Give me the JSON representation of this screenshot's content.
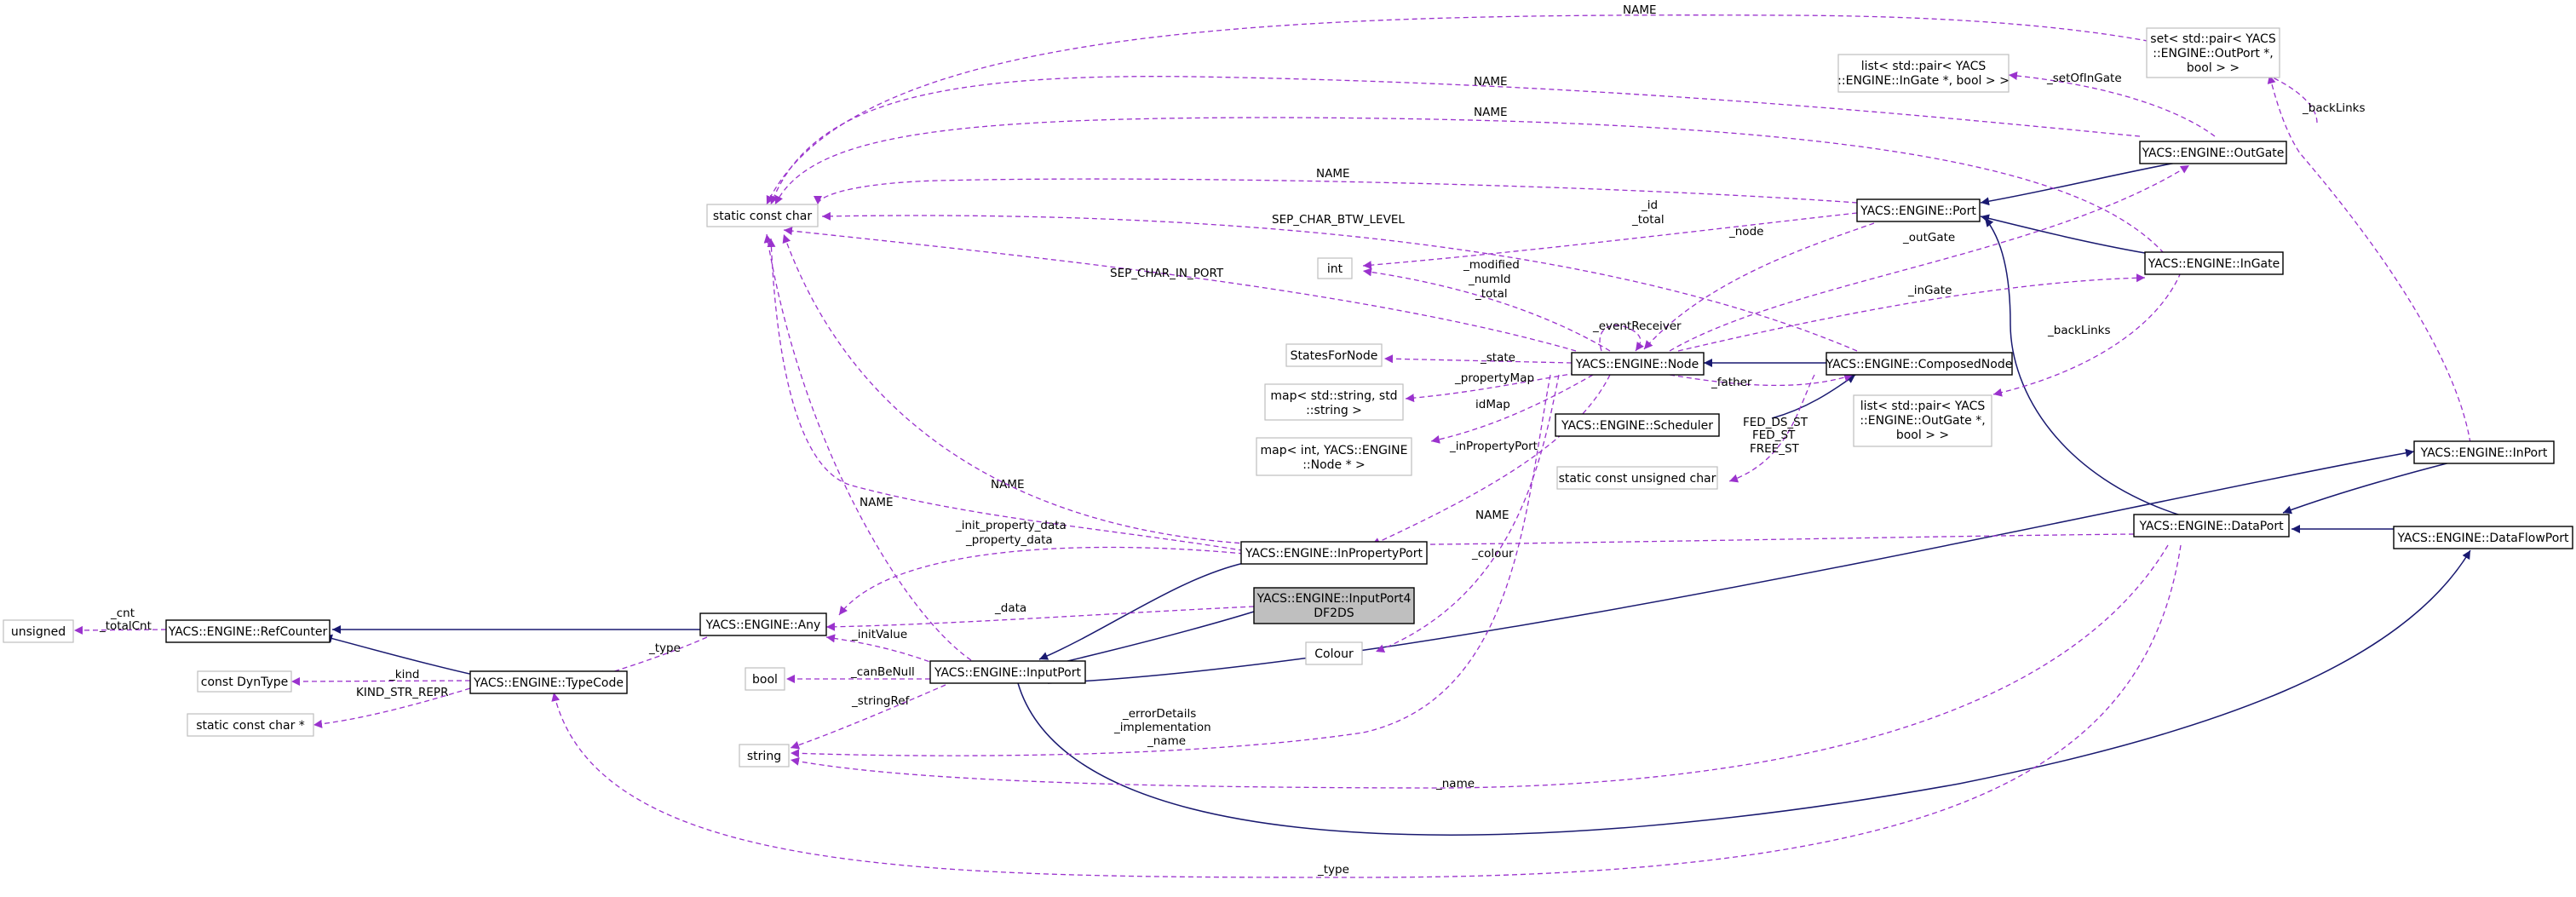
{
  "diagram": {
    "nodes": {
      "static_const_char": "static const char",
      "int": "int",
      "states_for_node": "StatesForNode",
      "map_string": [
        "map< std::string, std",
        "::string >"
      ],
      "map_int_node": [
        "map< int, YACS::ENGINE",
        "::Node * >"
      ],
      "unsigned": "unsigned",
      "ref_counter": "YACS::ENGINE::RefCounter",
      "const_dyntype": "const DynType",
      "static_const_char_ptr": "static const char *",
      "any": "YACS::ENGINE::Any",
      "type_code": "YACS::ENGINE::TypeCode",
      "bool": "bool",
      "string": "string",
      "input_port": "YACS::ENGINE::InputPort",
      "in_property_port": "YACS::ENGINE::InPropertyPort",
      "input_port4df2ds": [
        "YACS::ENGINE::InputPort4",
        "DF2DS"
      ],
      "colour": "Colour",
      "node": "YACS::ENGINE::Node",
      "scheduler": "YACS::ENGINE::Scheduler",
      "static_const_unsigned_char": "static const unsigned char",
      "composed_node": "YACS::ENGINE::ComposedNode",
      "port": "YACS::ENGINE::Port",
      "list_ingate": [
        "list< std::pair< YACS",
        "::ENGINE::InGate *, bool > >"
      ],
      "list_outgate": [
        "list< std::pair< YACS",
        "::ENGINE::OutGate *,",
        "bool > >"
      ],
      "set_outport": [
        "set< std::pair< YACS",
        "::ENGINE::OutPort *,",
        "bool > >"
      ],
      "out_gate": "YACS::ENGINE::OutGate",
      "in_gate": "YACS::ENGINE::InGate",
      "data_port": "YACS::ENGINE::DataPort",
      "in_port": "YACS::ENGINE::InPort",
      "data_flow_port": "YACS::ENGINE::DataFlowPort"
    },
    "labels": {
      "name_top": "NAME",
      "name_outgate": "NAME",
      "name_ingate": "NAME",
      "name_port": "NAME",
      "name_dataport": "NAME",
      "name_inproperty": "NAME",
      "name_inputport": "NAME",
      "set_of_in_gate": "_setOfInGate",
      "back_links_inport": "_backLinks",
      "back_links_ingate": "_backLinks",
      "id_total": [
        "_id",
        "_total"
      ],
      "node_label": "_node",
      "out_gate_label": "_outGate",
      "in_gate_label": "_inGate",
      "sep_char_btw_level": "SEP_CHAR_BTW_LEVEL",
      "sep_char_in_port": "SEP_CHAR_IN_PORT",
      "modified_numid_total": [
        "_modified",
        "_numId",
        "_total"
      ],
      "event_receiver": "_eventReceiver",
      "state": "_state",
      "property_map": "_propertyMap",
      "father": "_father",
      "id_map": "idMap",
      "fed_states": [
        "FED_DS_ST",
        "FED_ST",
        "FREE_ST"
      ],
      "in_property_port": "_inPropertyPort",
      "init_property_data": [
        "_init_property_data",
        "_property_data"
      ],
      "colour_label": "_colour",
      "data_label": "_data",
      "init_value": "_initValue",
      "can_be_null": "_canBeNull",
      "string_ref": "_stringRef",
      "error_details": [
        "_errorDetails",
        "_implementation",
        "_name"
      ],
      "name_lower": "_name",
      "type_bottom": "_type",
      "type_any": "_type",
      "kind": "_kind",
      "kind_str_repr": "KIND_STR_REPR",
      "cnt_totalcnt": [
        "_cnt",
        "_totalCnt"
      ]
    }
  }
}
